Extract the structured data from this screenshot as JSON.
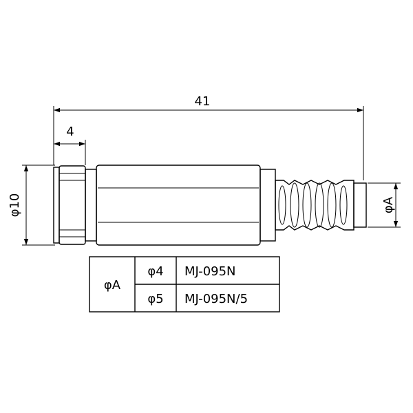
{
  "dimensions": {
    "overall_length": "41",
    "front_length": "4",
    "body_diameter": "φ10",
    "cable_diameter": "φA"
  },
  "table": {
    "header": "φA",
    "rows": [
      {
        "diameter": "φ4",
        "model": "MJ-095N"
      },
      {
        "diameter": "φ5",
        "model": "MJ-095N/5"
      }
    ]
  }
}
